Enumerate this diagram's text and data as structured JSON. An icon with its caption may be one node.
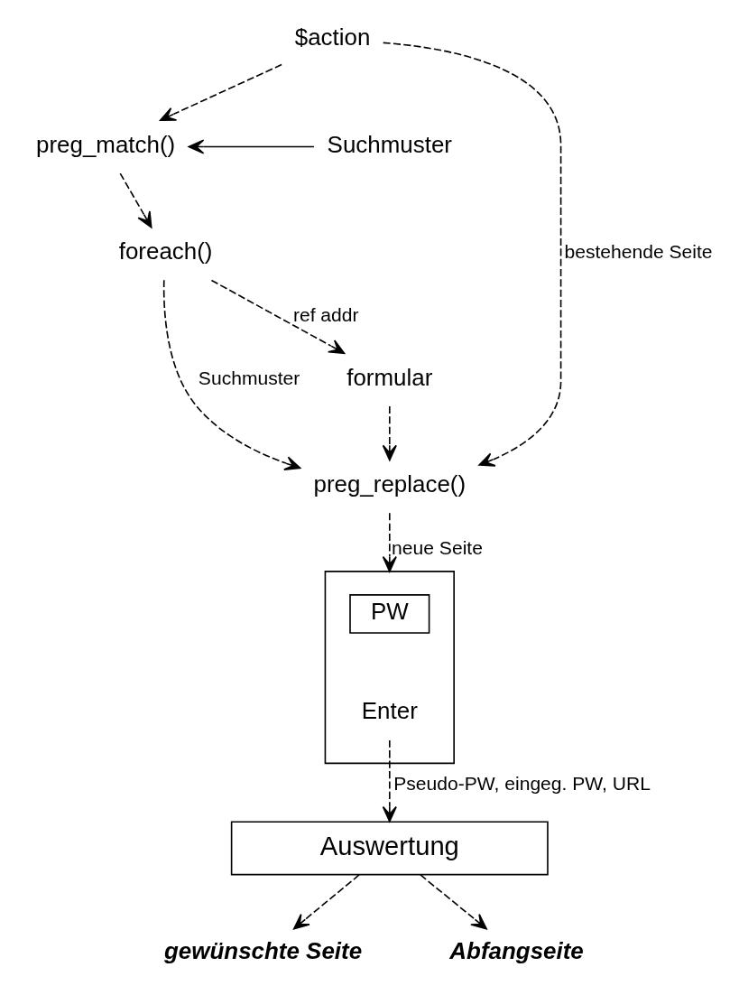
{
  "diagram": {
    "nodes": [
      {
        "text": [
          "$action"
        ]
      },
      {
        "text": [
          "preg_match()"
        ]
      },
      {
        "text": [
          "Suchmuster"
        ]
      },
      {
        "text": [
          "foreach()"
        ]
      },
      {
        "text": [
          "formular"
        ]
      },
      {
        "text": [
          "preg_replace()"
        ]
      },
      {
        "text": [],
        "shape": "box"
      },
      {
        "text": [
          "PW"
        ],
        "in": 6
      },
      {
        "text": [
          "Enter"
        ],
        "in": 6
      },
      {
        "text": [
          "Auswertung"
        ]
      },
      {
        "text": [
          "gewünschte Seite"
        ]
      },
      {
        "text": [
          "Abfangseite"
        ]
      }
    ],
    "edges": [
      {
        "from": 0,
        "to": 1,
        "arrow": "to",
        "style": "dashed"
      },
      {
        "from": 2,
        "to": 1,
        "arrow": "to"
      },
      {
        "from": 1,
        "to": 3,
        "arrow": "to",
        "style": "dashed"
      },
      {
        "from": 3,
        "to": 4,
        "arrow": "to",
        "style": "dashed",
        "label": "ref addr"
      },
      {
        "from": 3,
        "to": 5,
        "arrow": "to",
        "style": "dashed",
        "label": "Suchmuster"
      },
      {
        "from": 0,
        "to": 5,
        "arrow": "to",
        "style": "dashed",
        "label": "bestehende Seite"
      },
      {
        "from": 4,
        "to": 5,
        "arrow": "to",
        "style": "dashed"
      },
      {
        "from": 5,
        "to": 6,
        "arrow": "to",
        "style": "dashed",
        "label": "neue Seite"
      },
      {
        "from": 8,
        "to": 9,
        "arrow": "to",
        "style": "dashed",
        "label": "Pseudo-PW, eingeg. PW, URL"
      },
      {
        "from": 9,
        "to": 10,
        "arrow": "to",
        "style": "dashed"
      },
      {
        "from": 9,
        "to": 11,
        "arrow": "to",
        "style": "dashed"
      }
    ]
  }
}
